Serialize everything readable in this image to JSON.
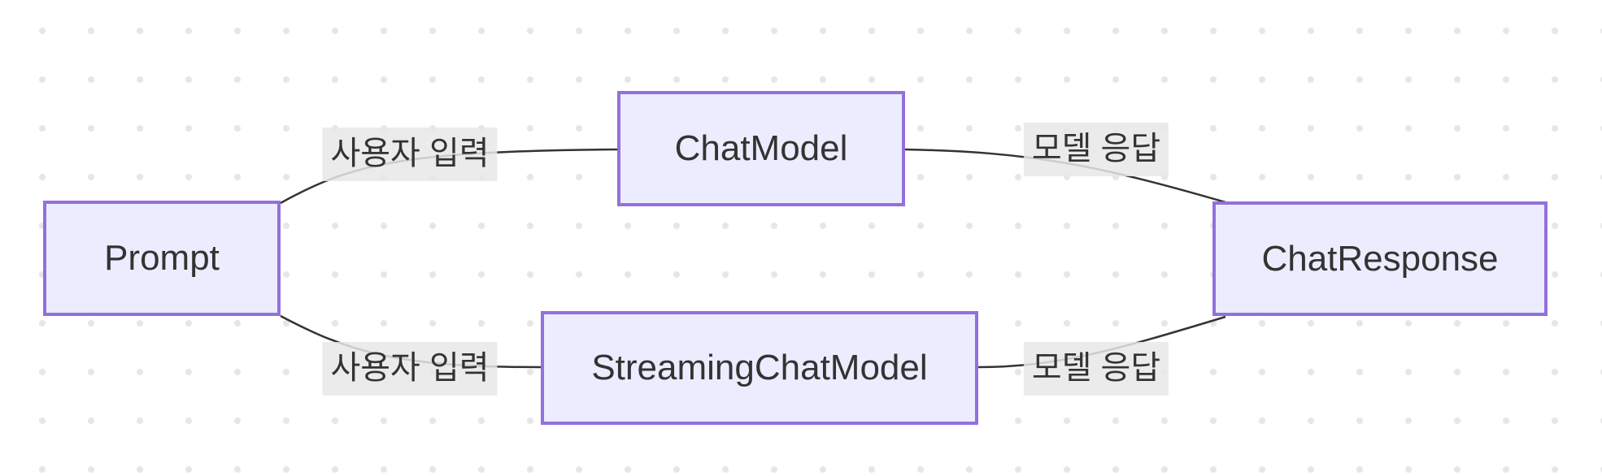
{
  "diagram": {
    "type": "flowchart",
    "direction": "left-to-right",
    "colors": {
      "background": "#ffffff",
      "grid_dot": "#e6e6e6",
      "node_fill": "#ECECFF",
      "node_border": "#9370DB",
      "text": "#333333",
      "edge_line": "#333333",
      "edge_label_bg": "#e8e8e8"
    },
    "nodes": [
      {
        "id": "prompt",
        "label": "Prompt"
      },
      {
        "id": "chatModel",
        "label": "ChatModel"
      },
      {
        "id": "streamingChatModel",
        "label": "StreamingChatModel"
      },
      {
        "id": "chatResponse",
        "label": "ChatResponse"
      }
    ],
    "edges": [
      {
        "from": "prompt",
        "to": "chatModel",
        "label": "사용자 입력"
      },
      {
        "from": "chatModel",
        "to": "chatResponse",
        "label": "모델 응답"
      },
      {
        "from": "prompt",
        "to": "streamingChatModel",
        "label": "사용자 입력"
      },
      {
        "from": "streamingChatModel",
        "to": "chatResponse",
        "label": "모델 응답"
      }
    ]
  }
}
